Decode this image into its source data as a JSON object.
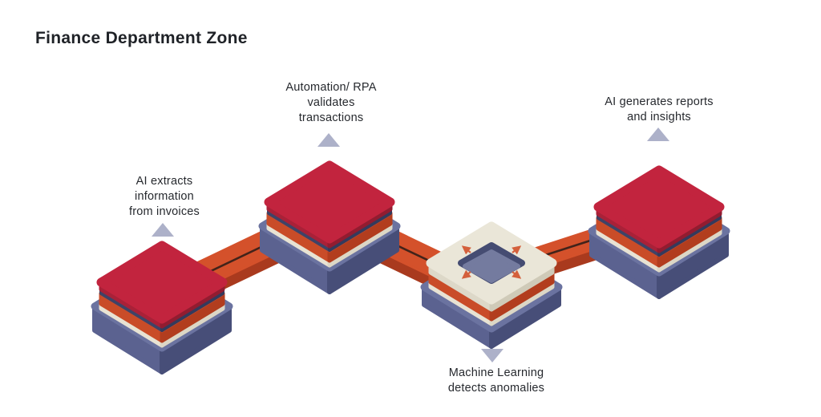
{
  "title": "Finance Department Zone",
  "diagram": {
    "steps": [
      {
        "id": "extract",
        "lines": [
          "AI extracts",
          "information",
          "from invoices"
        ],
        "marker": "up"
      },
      {
        "id": "validate",
        "lines": [
          "Automation/ RPA",
          "validates",
          "transactions"
        ],
        "marker": "up"
      },
      {
        "id": "detect",
        "lines": [
          "Machine Learning",
          "detects anomalies"
        ],
        "marker": "down"
      },
      {
        "id": "report",
        "lines": [
          "AI generates reports",
          "and insights"
        ],
        "marker": "up"
      }
    ],
    "flow": [
      {
        "from": "extract",
        "to": "validate",
        "direction": "up-right"
      },
      {
        "from": "validate",
        "to": "detect",
        "direction": "down-right"
      },
      {
        "from": "detect",
        "to": "report",
        "direction": "up-right"
      }
    ],
    "colors": {
      "block_top": "#c2243e",
      "block_top_side": "#a92138",
      "navy_edge": "#3e4367",
      "orange_layer": "#cf4e2b",
      "cream_layer": "#e8e3d3",
      "base_top": "#6b73a0",
      "base_left": "#5b6290",
      "base_right": "#474e78",
      "belt_top": "#d4512b",
      "belt_side": "#a93a1e",
      "belt_arrow": "#42231a",
      "ml_hole_wall": "#454c72",
      "ml_hole_floor": "#747b9f",
      "ml_arrow": "#d4603c",
      "marker_triangle": "#adb1c9",
      "text": "#26292e",
      "background": "#ffffff"
    }
  }
}
